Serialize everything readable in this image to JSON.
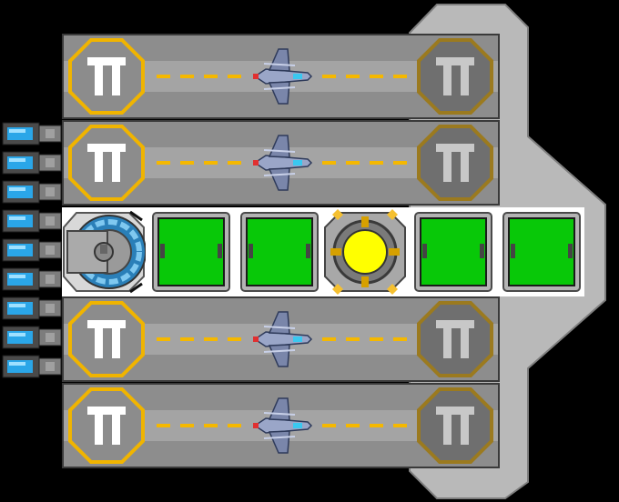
{
  "colors": {
    "background": "#000000",
    "hull_light": "#b9b9b9",
    "bay_fill": "#8d8d8d",
    "bay_stripe": "#a4a4a4",
    "bay_border": "#3a3a3a",
    "pad_active_ring": "#f0b400",
    "pad_inactive_ring": "#9b7a1f",
    "pad_fill": "#8c8c8c",
    "pad_inactive_fill": "#6f6f6f",
    "runway_dash": "#f5b800",
    "cargo_green": "#08c808",
    "reactor_yellow": "#ffff00",
    "thruster_blue": "#2aa6e8"
  },
  "landing_bays": [
    {
      "id": "bay-1",
      "row": 1,
      "docked_ship": "fighter-icon"
    },
    {
      "id": "bay-2",
      "row": 2,
      "docked_ship": "fighter-icon"
    },
    {
      "id": "bay-3",
      "row": 3,
      "docked_ship": "fighter-icon"
    },
    {
      "id": "bay-4",
      "row": 4,
      "docked_ship": "fighter-icon"
    }
  ],
  "core_modules": [
    {
      "id": "shield-generator",
      "icon": "shield-generator-icon"
    },
    {
      "id": "cargo-1",
      "icon": "cargo-container-icon"
    },
    {
      "id": "cargo-2",
      "icon": "cargo-container-icon"
    },
    {
      "id": "reactor",
      "icon": "reactor-core-icon"
    },
    {
      "id": "cargo-3",
      "icon": "cargo-container-icon"
    },
    {
      "id": "cargo-4",
      "icon": "cargo-container-icon"
    }
  ],
  "thrusters": {
    "count": 9,
    "icon": "thruster-icon"
  }
}
